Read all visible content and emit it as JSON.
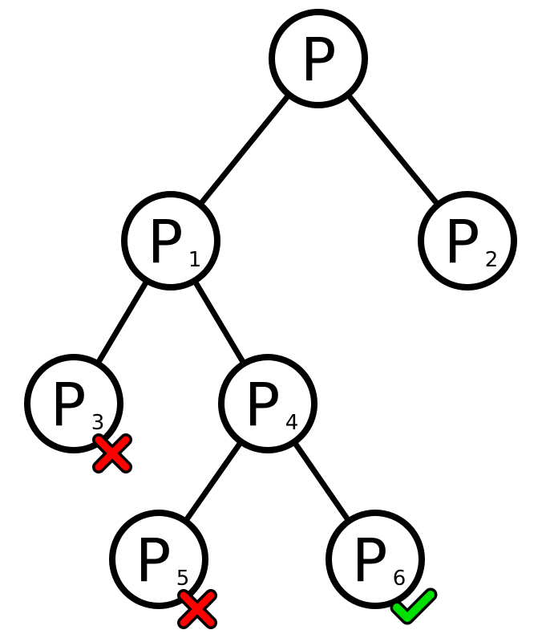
{
  "diagram": {
    "colors": {
      "stroke": "#000000",
      "node_fill": "#ffffff",
      "reject": "#ff0000",
      "accept": "#00e000"
    },
    "nodes": [
      {
        "id": "root",
        "letter": "P",
        "sub": "",
        "status": "none"
      },
      {
        "id": "p1",
        "letter": "P",
        "sub": "1",
        "status": "none"
      },
      {
        "id": "p2",
        "letter": "P",
        "sub": "2",
        "status": "none"
      },
      {
        "id": "p3",
        "letter": "P",
        "sub": "3",
        "status": "rejected"
      },
      {
        "id": "p4",
        "letter": "P",
        "sub": "4",
        "status": "none"
      },
      {
        "id": "p5",
        "letter": "P",
        "sub": "5",
        "status": "rejected"
      },
      {
        "id": "p6",
        "letter": "P",
        "sub": "6",
        "status": "accepted"
      }
    ],
    "edges": [
      [
        "root",
        "p1"
      ],
      [
        "root",
        "p2"
      ],
      [
        "p1",
        "p3"
      ],
      [
        "p1",
        "p4"
      ],
      [
        "p4",
        "p5"
      ],
      [
        "p4",
        "p6"
      ]
    ],
    "status_icons": {
      "rejected": "cross-icon",
      "accepted": "check-icon"
    }
  }
}
